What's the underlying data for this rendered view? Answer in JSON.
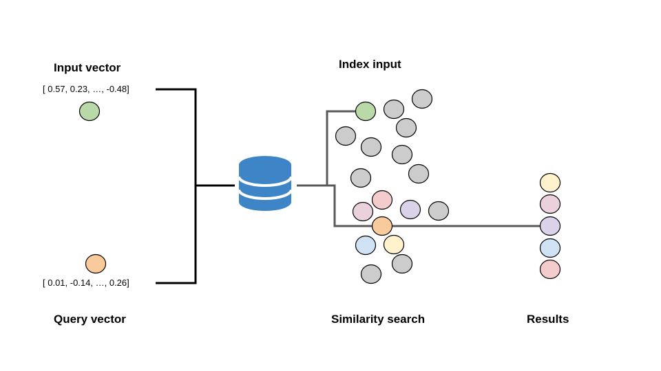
{
  "labels": {
    "input_vector": "Input vector",
    "query_vector": "Query vector",
    "index_input": "Index input",
    "similarity_search": "Similarity search",
    "results": "Results"
  },
  "vectors": {
    "input": "[ 0.57, 0.23, …, -0.48]",
    "query": "[ 0.01, -0.14, …, 0.26]"
  },
  "colors": {
    "green": "#b9d9a8",
    "orange": "#f9cb9c",
    "gray": "#cccccc",
    "pink": "#f4cccc",
    "mauve": "#ead1dc",
    "purple": "#d9d2e9",
    "blue": "#cfe2f3",
    "yellow": "#fff2cc",
    "database": "#3d85c6",
    "connector_dark": "#000000",
    "connector_gray": "#595959"
  },
  "input_node": {
    "color": "green"
  },
  "query_node": {
    "color": "orange"
  },
  "index_points": [
    {
      "color": "green"
    },
    {
      "color": "gray"
    },
    {
      "color": "gray"
    },
    {
      "color": "gray"
    },
    {
      "color": "gray"
    },
    {
      "color": "gray"
    },
    {
      "color": "gray"
    },
    {
      "color": "gray"
    },
    {
      "color": "gray"
    },
    {
      "color": "gray"
    },
    {
      "color": "mauve"
    },
    {
      "color": "pink"
    },
    {
      "color": "purple"
    },
    {
      "color": "gray"
    },
    {
      "color": "orange"
    },
    {
      "color": "blue"
    },
    {
      "color": "yellow"
    },
    {
      "color": "gray"
    },
    {
      "color": "gray"
    }
  ],
  "results": [
    {
      "color": "yellow"
    },
    {
      "color": "mauve"
    },
    {
      "color": "purple"
    },
    {
      "color": "blue"
    },
    {
      "color": "pink"
    }
  ]
}
